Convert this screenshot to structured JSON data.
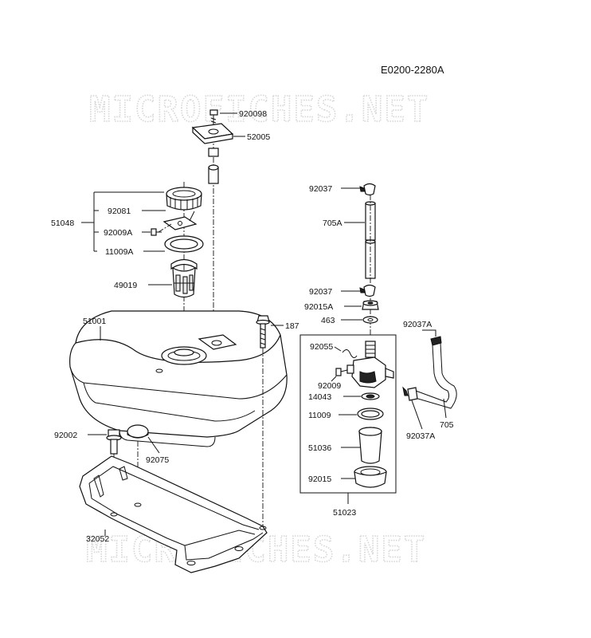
{
  "diagram_code": "E0200-2280A",
  "watermark": "MICROFICHES.NET",
  "parts": {
    "p920098": "920098",
    "p52005": "52005",
    "p51048": "51048",
    "p92081": "92081",
    "p92009A": "92009A",
    "p11009A": "11009A",
    "p49019": "49019",
    "p51001": "51001",
    "p187": "187",
    "p92002": "92002",
    "p92075": "92075",
    "p32052": "32052",
    "p92037_top": "92037",
    "p705A": "705A",
    "p92037_mid": "92037",
    "p92015A": "92015A",
    "p463": "463",
    "p92037A_top": "92037A",
    "p92055": "92055",
    "p92009": "92009",
    "p14043": "14043",
    "p11009": "11009",
    "p51036": "51036",
    "p92015": "92015",
    "p705": "705",
    "p92037A_bot": "92037A",
    "p51023": "51023"
  }
}
